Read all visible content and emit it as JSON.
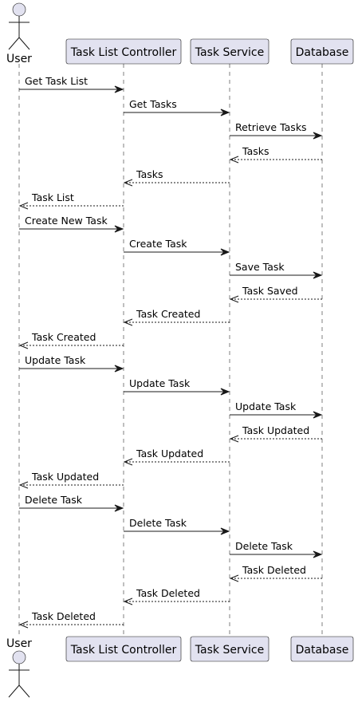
{
  "participants": [
    {
      "id": "user",
      "label": "User",
      "kind": "actor"
    },
    {
      "id": "controller",
      "label": "Task List Controller",
      "kind": "participant"
    },
    {
      "id": "service",
      "label": "Task Service",
      "kind": "participant"
    },
    {
      "id": "database",
      "label": "Database",
      "kind": "participant"
    }
  ],
  "messages": [
    {
      "from": "user",
      "to": "controller",
      "label": "Get Task List",
      "reply": false
    },
    {
      "from": "controller",
      "to": "service",
      "label": "Get Tasks",
      "reply": false
    },
    {
      "from": "service",
      "to": "database",
      "label": "Retrieve Tasks",
      "reply": false
    },
    {
      "from": "database",
      "to": "service",
      "label": "Tasks",
      "reply": true
    },
    {
      "from": "service",
      "to": "controller",
      "label": "Tasks",
      "reply": true
    },
    {
      "from": "controller",
      "to": "user",
      "label": "Task List",
      "reply": true
    },
    {
      "from": "user",
      "to": "controller",
      "label": "Create New Task",
      "reply": false
    },
    {
      "from": "controller",
      "to": "service",
      "label": "Create Task",
      "reply": false
    },
    {
      "from": "service",
      "to": "database",
      "label": "Save Task",
      "reply": false
    },
    {
      "from": "database",
      "to": "service",
      "label": "Task Saved",
      "reply": true
    },
    {
      "from": "service",
      "to": "controller",
      "label": "Task Created",
      "reply": true
    },
    {
      "from": "controller",
      "to": "user",
      "label": "Task Created",
      "reply": true
    },
    {
      "from": "user",
      "to": "controller",
      "label": "Update Task",
      "reply": false
    },
    {
      "from": "controller",
      "to": "service",
      "label": "Update Task",
      "reply": false
    },
    {
      "from": "service",
      "to": "database",
      "label": "Update Task",
      "reply": false
    },
    {
      "from": "database",
      "to": "service",
      "label": "Task Updated",
      "reply": true
    },
    {
      "from": "service",
      "to": "controller",
      "label": "Task Updated",
      "reply": true
    },
    {
      "from": "controller",
      "to": "user",
      "label": "Task Updated",
      "reply": true
    },
    {
      "from": "user",
      "to": "controller",
      "label": "Delete Task",
      "reply": false
    },
    {
      "from": "controller",
      "to": "service",
      "label": "Delete Task",
      "reply": false
    },
    {
      "from": "service",
      "to": "database",
      "label": "Delete Task",
      "reply": false
    },
    {
      "from": "database",
      "to": "service",
      "label": "Task Deleted",
      "reply": true
    },
    {
      "from": "service",
      "to": "controller",
      "label": "Task Deleted",
      "reply": true
    },
    {
      "from": "controller",
      "to": "user",
      "label": "Task Deleted",
      "reply": true
    }
  ],
  "colors": {
    "participant_fill": "#e2e2f0",
    "participant_border": "#181818",
    "lifeline": "#7f7f7f",
    "arrow": "#181818"
  }
}
